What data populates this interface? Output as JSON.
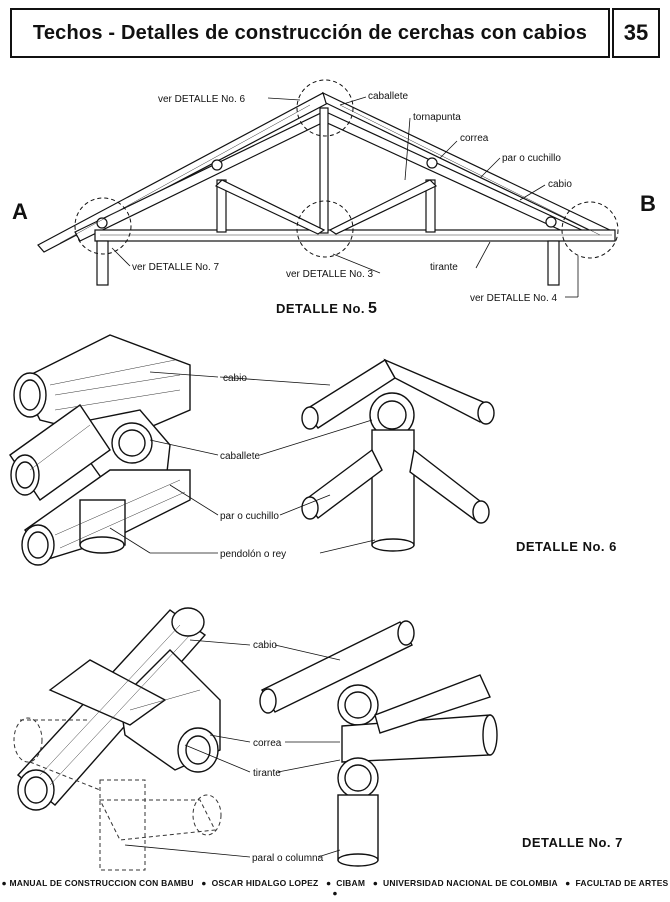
{
  "header": {
    "title": "Techos - Detalles de construcción de cerchas con cabios",
    "page_number": "35"
  },
  "detail5": {
    "label_a": "A",
    "label_b": "B",
    "ver_detalle_6": "ver DETALLE No. 6",
    "caballete": "caballete",
    "tornapunta": "tornapunta",
    "correa": "correa",
    "par_o_cuchillo": "par o cuchillo",
    "cabio": "cabio",
    "ver_detalle_7": "ver DETALLE No. 7",
    "ver_detalle_3": "ver DETALLE No. 3",
    "tirante": "tirante",
    "ver_detalle_4": "ver DETALLE No. 4",
    "title_prefix": "DETALLE No.",
    "title_number": "5"
  },
  "detail6": {
    "cabio": "cabio",
    "caballete": "caballete",
    "par_o_cuchillo": "par o cuchillo",
    "pendolon_o_rey": "pendolón o rey",
    "title": "DETALLE No. 6"
  },
  "detail7": {
    "cabio": "cabio",
    "correa": "correa",
    "tirante": "tirante",
    "paral_o_columna": "paral o columna",
    "title": "DETALLE No. 7"
  },
  "footer": {
    "items": [
      "MANUAL DE CONSTRUCCION CON BAMBU",
      "OSCAR HIDALGO LOPEZ",
      "CIBAM",
      "UNIVERSIDAD NACIONAL DE COLOMBIA",
      "FACULTAD DE ARTES"
    ]
  }
}
